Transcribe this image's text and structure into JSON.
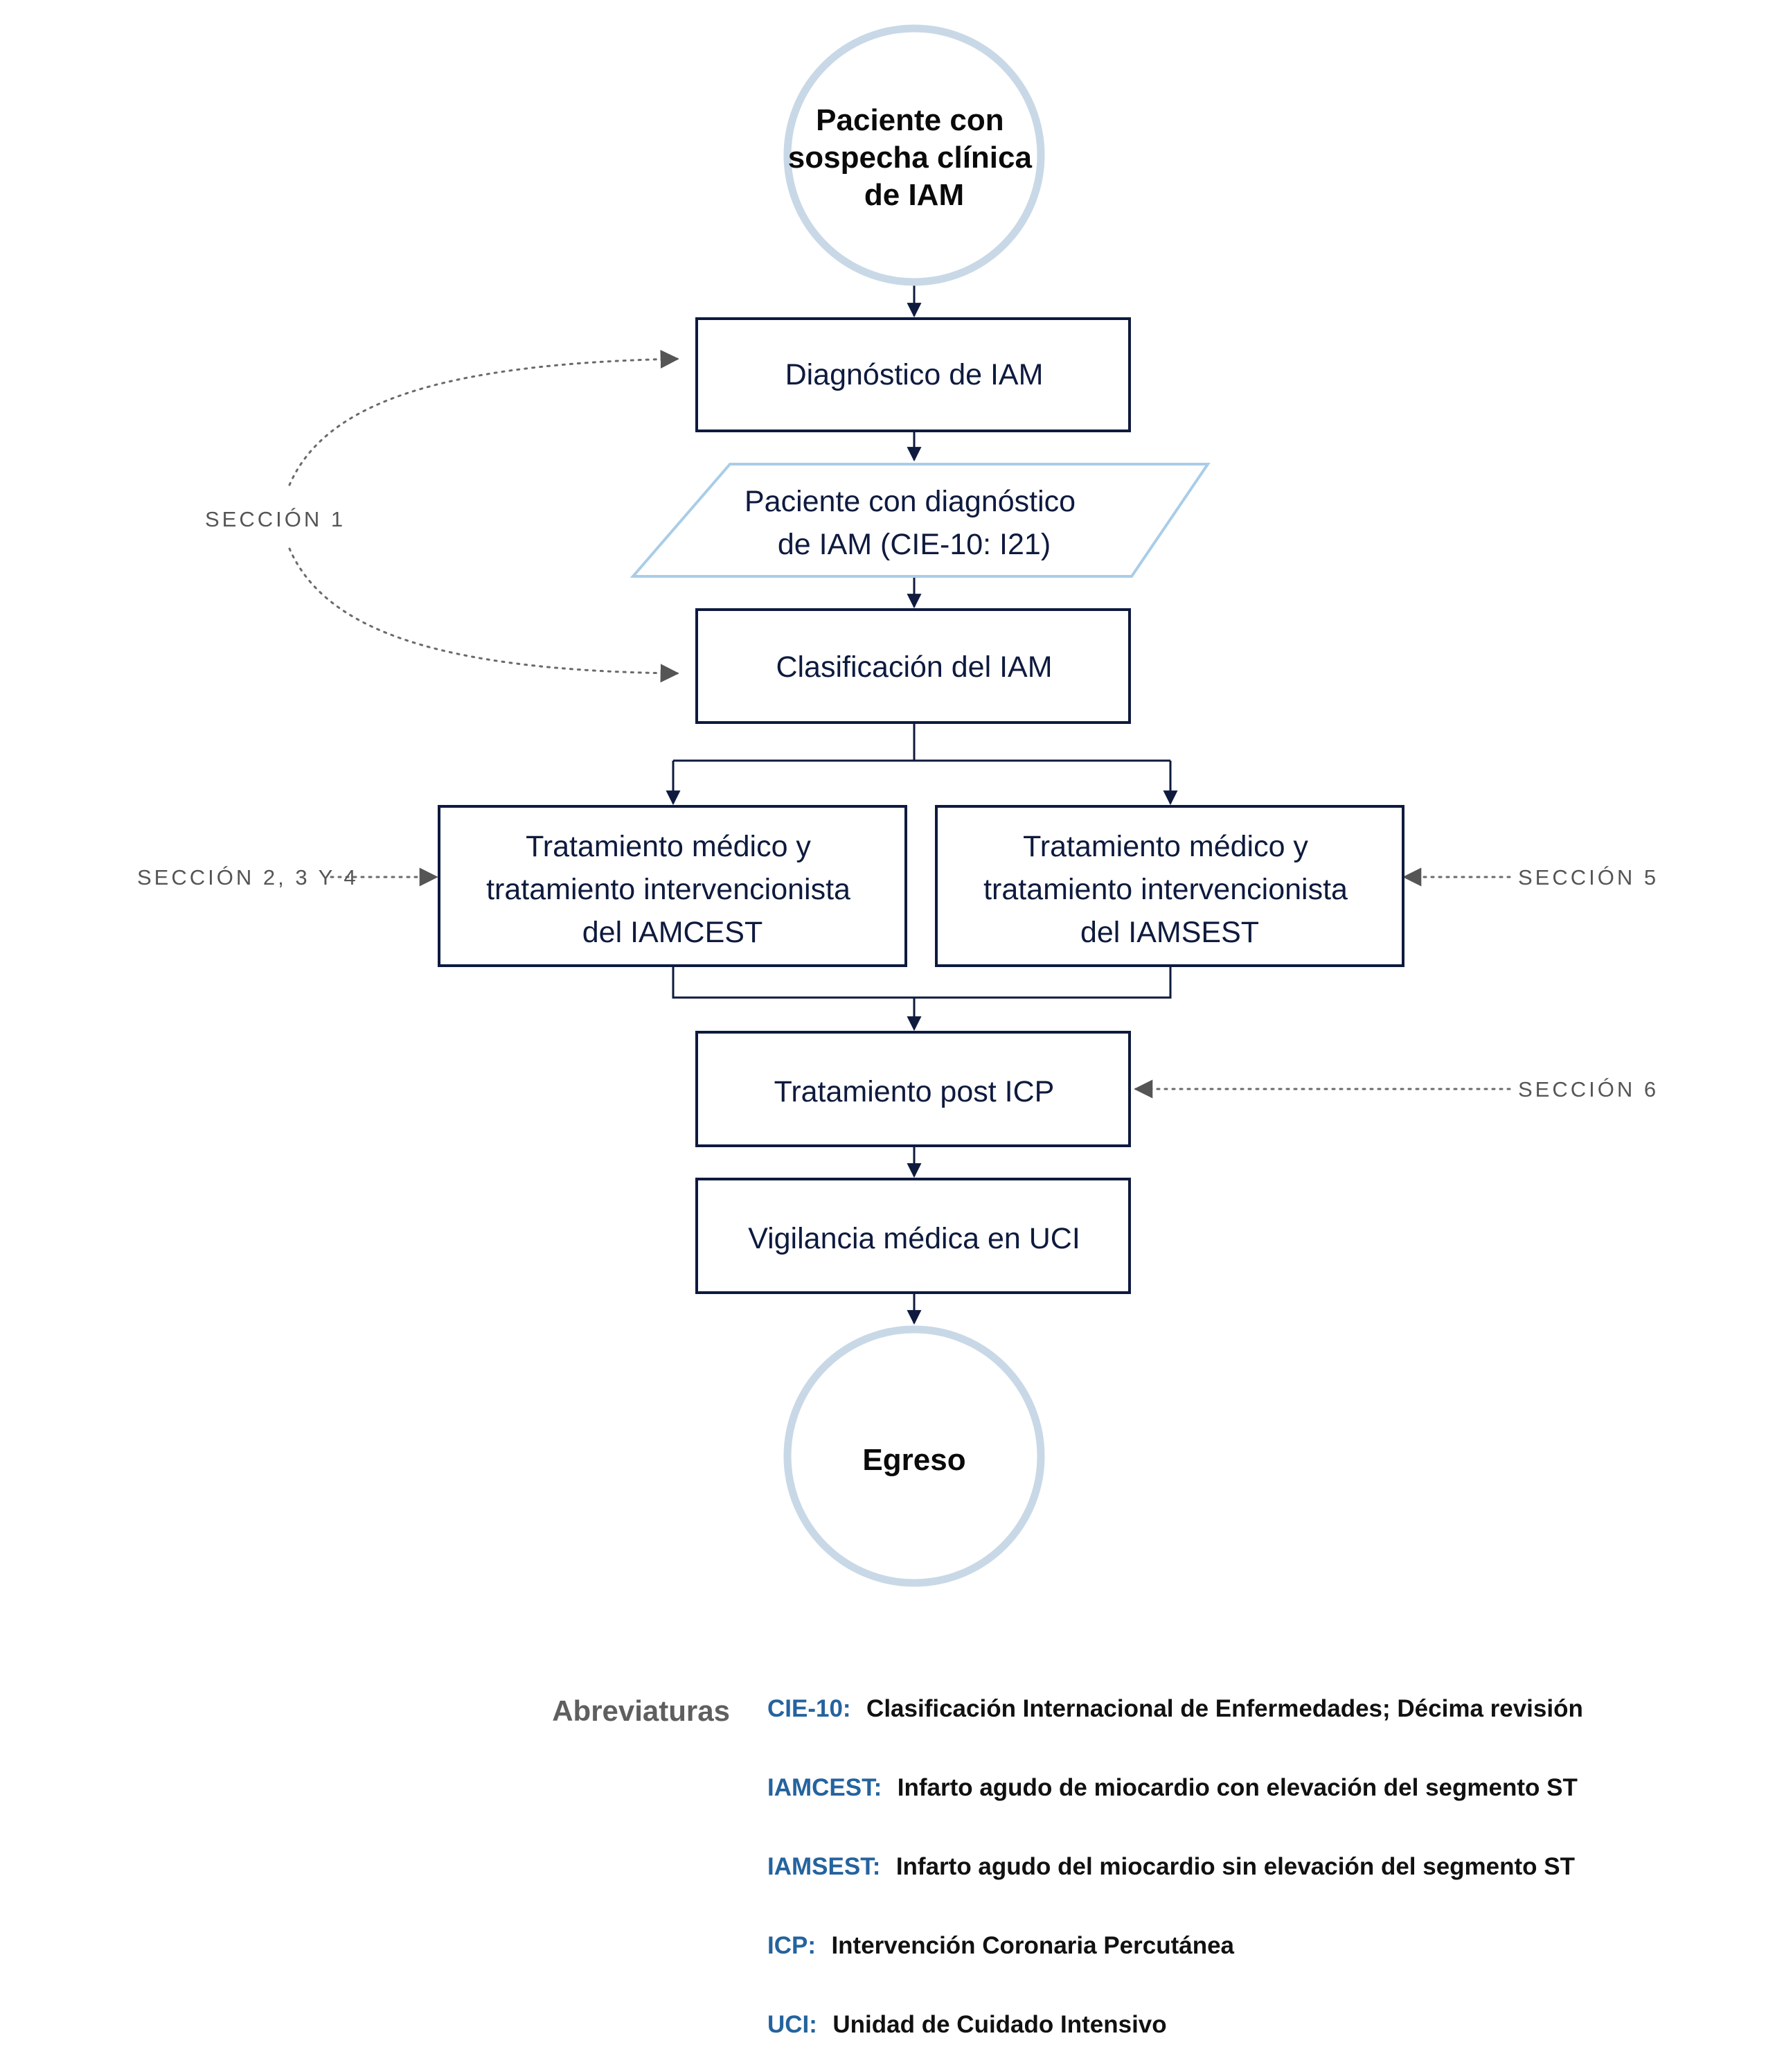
{
  "diagram": {
    "start": [
      "Paciente con",
      "sospecha clínica",
      "de IAM"
    ],
    "diagnostico": "Diagnóstico de IAM",
    "paciente_diagnostico": [
      "Paciente con diagnóstico",
      "de IAM (CIE-10: I21)"
    ],
    "clasificacion": "Clasificación del IAM",
    "iamcest": [
      "Tratamiento médico y",
      "tratamiento intervencionista",
      "del IAMCEST"
    ],
    "iamsest": [
      "Tratamiento médico y",
      "tratamiento intervencionista",
      "del IAMSEST"
    ],
    "post_icp": "Tratamiento post ICP",
    "vigilancia": "Vigilancia médica en UCI",
    "end": "Egreso"
  },
  "sections": {
    "s1": "SECCIÓN 1",
    "s234": "SECCIÓN 2, 3 Y 4",
    "s5": "SECCIÓN 5",
    "s6": "SECCIÓN 6"
  },
  "legend": {
    "title": "Abreviaturas",
    "items": [
      {
        "key": "CIE-10:",
        "value": "Clasificación Internacional de Enfermedades; Décima revisión"
      },
      {
        "key": "IAMCEST:",
        "value": "Infarto agudo de miocardio con elevación del segmento ST"
      },
      {
        "key": "IAMSEST:",
        "value": "Infarto agudo del miocardio sin elevación del segmento ST"
      },
      {
        "key": "ICP:",
        "value": "Intervención Coronaria Percutánea"
      },
      {
        "key": "UCI:",
        "value": "Unidad de Cuidado Intensivo"
      }
    ]
  },
  "colors": {
    "box_stroke": "#0e1a3e",
    "circle_stroke": "#c8d8e6",
    "parallelogram_stroke": "#a9cde8",
    "legend_key": "#24639e"
  }
}
